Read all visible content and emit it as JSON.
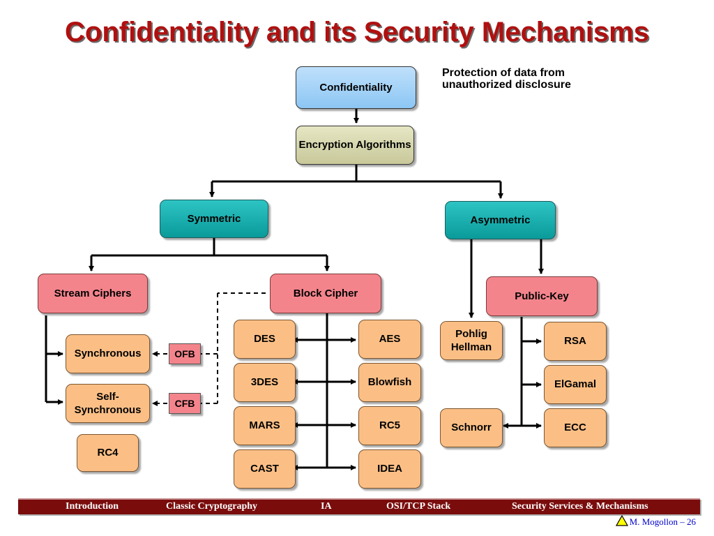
{
  "title": "Confidentiality and its Security Mechanisms",
  "description": "Protection of data from unauthorized disclosure",
  "nodes": {
    "confidentiality": "Confidentiality",
    "encryption": "Encryption Algorithms",
    "symmetric": "Symmetric",
    "asymmetric": "Asymmetric",
    "stream_ciphers": "Stream Ciphers",
    "block_cipher": "Block Cipher",
    "public_key": "Public-Key",
    "synchronous": "Synchronous",
    "self_synchronous": "Self-Synchronous",
    "rc4": "RC4",
    "ofb": "OFB",
    "cfb": "CFB",
    "des": "DES",
    "aes": "AES",
    "3des": "3DES",
    "blowfish": "Blowfish",
    "mars": "MARS",
    "rc5": "RC5",
    "cast": "CAST",
    "idea": "IDEA",
    "pohlig_hellman": "Pohlig Hellman",
    "schnorr": "Schnorr",
    "rsa": "RSA",
    "elgamal": "ElGamal",
    "ecc": "ECC"
  },
  "footer": {
    "items": [
      "Introduction",
      "Classic Cryptography",
      "IA",
      "OSI/TCP Stack",
      "Security Services & Mechanisms"
    ],
    "credit": "M. Mogollon – 26"
  },
  "colors": {
    "title": "#b01010",
    "footer_bg": "#7a0c0c",
    "teal": "#0a9a9a",
    "pink": "#f4848c",
    "peach": "#fbbf86"
  }
}
